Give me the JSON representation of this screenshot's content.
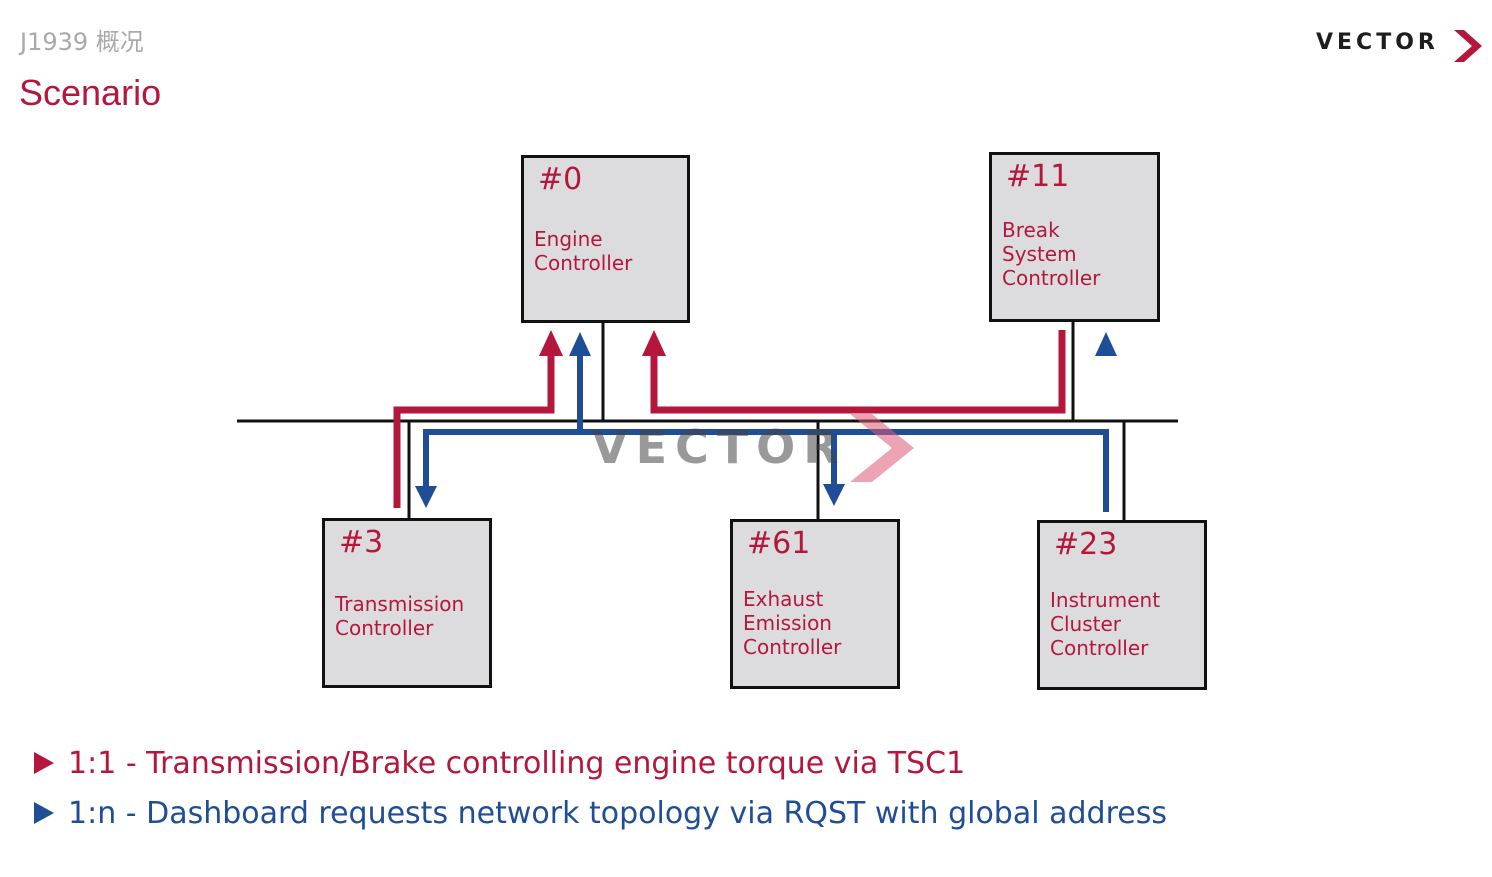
{
  "header": {
    "breadcrumb": "J1939 概况",
    "title": "Scenario",
    "logo_text": "VECTOR"
  },
  "watermark": "VECTOR",
  "nodes": [
    {
      "id": "#0",
      "label": "Engine\nController"
    },
    {
      "id": "#11",
      "label": "Break\nSystem\nController"
    },
    {
      "id": "#3",
      "label": "Transmission\nController"
    },
    {
      "id": "#61",
      "label": "Exhaust\nEmission\nController"
    },
    {
      "id": "#23",
      "label": "Instrument\nCluster\nController"
    }
  ],
  "bullets": [
    {
      "text": "1:1 - Transmission/Brake controlling engine torque via TSC1",
      "color": "#b5173c"
    },
    {
      "text": "1:n - Dashboard requests network topology via RQST with global address",
      "color": "#1f4e96"
    }
  ],
  "colors": {
    "accent_red": "#b5173c",
    "accent_blue": "#1f4e96",
    "node_fill": "#dcdcdf",
    "bus_line": "#111111"
  }
}
